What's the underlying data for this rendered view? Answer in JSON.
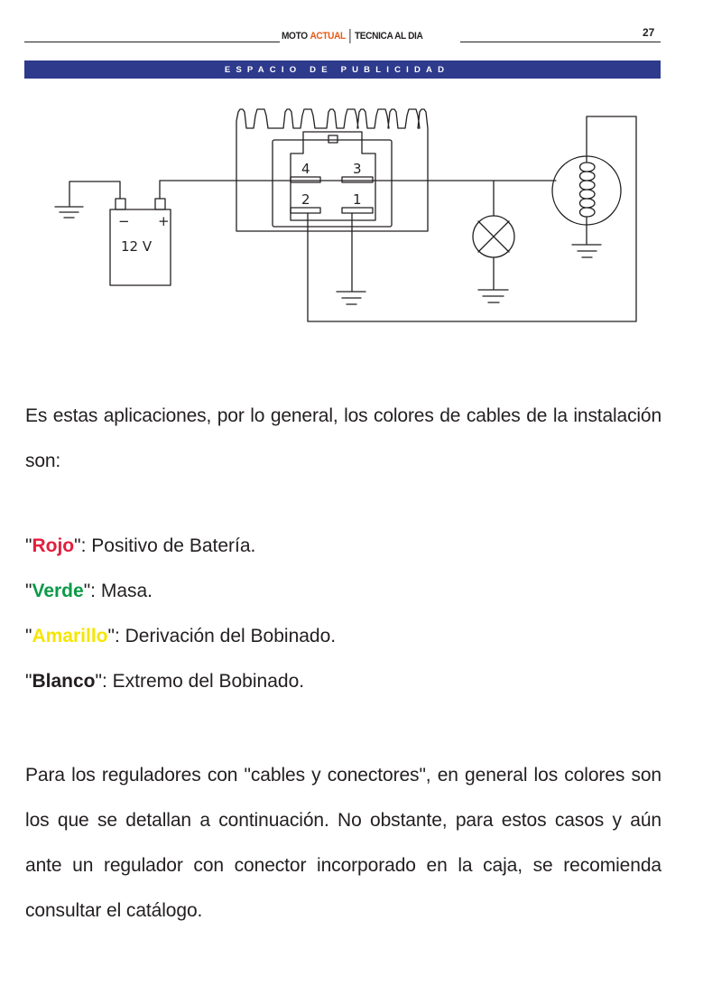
{
  "header": {
    "brand_moto": "MOTO",
    "brand_actual": "ACTUAL",
    "section": "TECNICA AL DIA",
    "page_number": "27",
    "ad_band": "ESPACIO DE PUBLICIDAD"
  },
  "diagram": {
    "terminal_4": "4",
    "terminal_3": "3",
    "terminal_2": "2",
    "terminal_1": "1",
    "battery_minus": "−",
    "battery_plus": "+",
    "battery_voltage": "12 V"
  },
  "body": {
    "intro": "Es estas aplicaciones, por lo general, los colores de cables de la instalación son:",
    "wires": [
      {
        "color_name": "Rojo",
        "description": ": Positivo de Batería.",
        "color": "#e31e3e"
      },
      {
        "color_name": "Verde",
        "description": ": Masa.",
        "color": "#0b9a48"
      },
      {
        "color_name": "Amarillo",
        "description": ": Derivación del Bobinado.",
        "color": "#f5e600"
      },
      {
        "color_name": "Blanco",
        "description": ": Extremo del Bobinado.",
        "color": "#231f20"
      }
    ],
    "note": "Para los reguladores con \"cables y conectores\", en general los colores son los que se detallan a continuación. No obstante, para estos casos y aún ante un regulador con conector incorporado en la caja, se recomienda consultar el catálogo."
  }
}
